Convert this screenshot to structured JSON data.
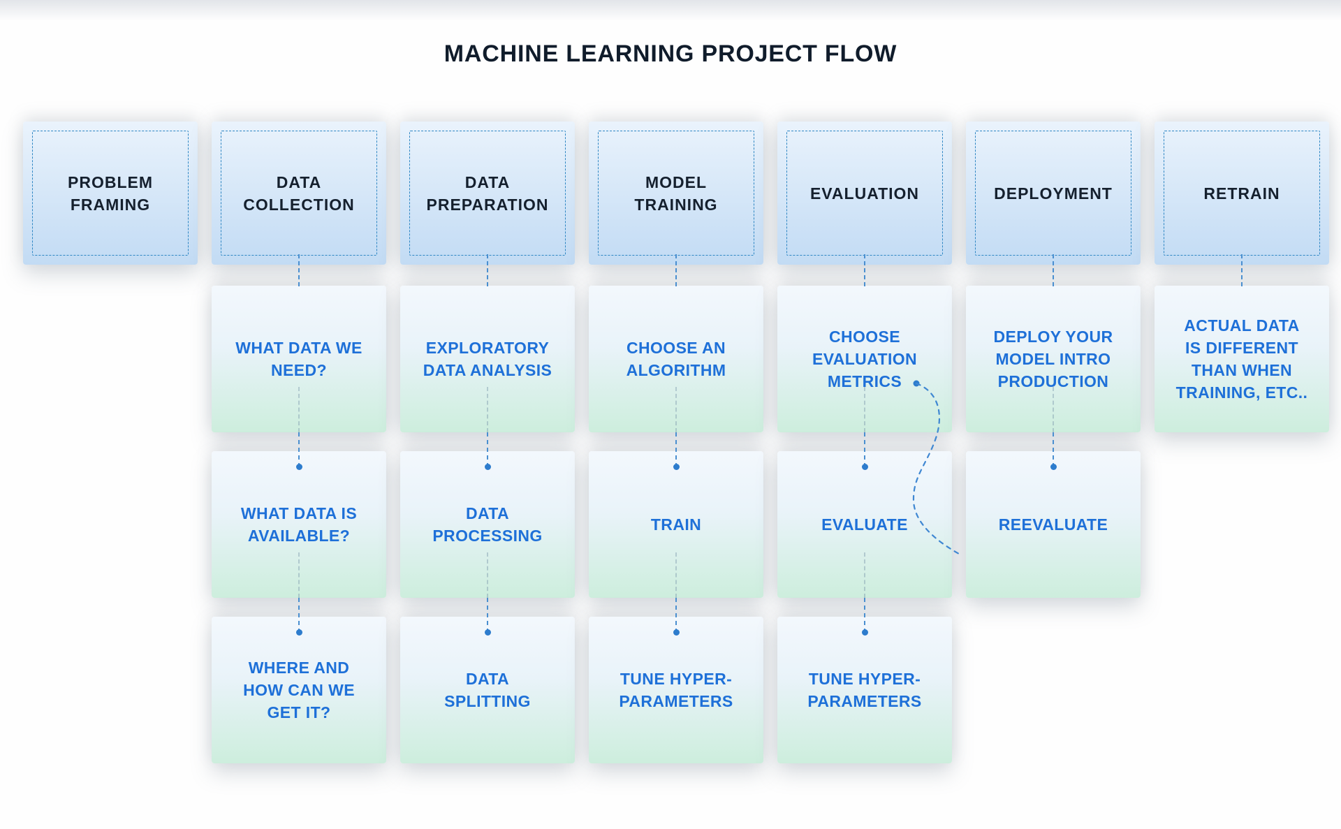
{
  "title": "MACHINE LEARNING PROJECT FLOW",
  "colors": {
    "title_text": "#101c2b",
    "stage_text": "#15202e",
    "step_text": "#1e70d8",
    "stage_border": "#2e86c3",
    "stage_bg_top": "#eaf3fc",
    "stage_bg_bottom": "#c2dbf4",
    "step_bg_top": "#f3f8fd",
    "step_bg_bottom": "#cdeedd",
    "connector": "#4a8fd0",
    "dot": "#2d7ccd"
  },
  "columns": [
    {
      "stage": "PROBLEM\nFRAMING",
      "steps": []
    },
    {
      "stage": "DATA\nCOLLECTION",
      "steps": [
        "WHAT DATA WE\nNEED?",
        "WHAT DATA IS\nAVAILABLE?",
        "WHERE AND\nHOW CAN WE\nGET IT?"
      ]
    },
    {
      "stage": "DATA\nPREPARATION",
      "steps": [
        "EXPLORATORY\nDATA ANALYSIS",
        "DATA\nPROCESSING",
        "DATA\nSPLITTING"
      ]
    },
    {
      "stage": "MODEL\nTRAINING",
      "steps": [
        "CHOOSE AN\nALGORITHM",
        "TRAIN",
        "TUNE HYPER-\nPARAMETERS"
      ]
    },
    {
      "stage": "EVALUATION",
      "steps": [
        "CHOOSE\nEVALUATION\nMETRICS",
        "EVALUATE",
        "TUNE HYPER-\nPARAMETERS"
      ]
    },
    {
      "stage": "DEPLOYMENT",
      "steps": [
        "DEPLOY YOUR\nMODEL INTRO\nPRODUCTION",
        "REEVALUATE"
      ]
    },
    {
      "stage": "RETRAIN",
      "steps": [
        "ACTUAL DATA\nIS DIFFERENT\nTHAN WHEN\nTRAINING, ETC.."
      ]
    }
  ],
  "feedback_link": {
    "from": "CHOOSE EVALUATION METRICS",
    "to": "REEVALUATE",
    "style": "dashed-curve"
  }
}
